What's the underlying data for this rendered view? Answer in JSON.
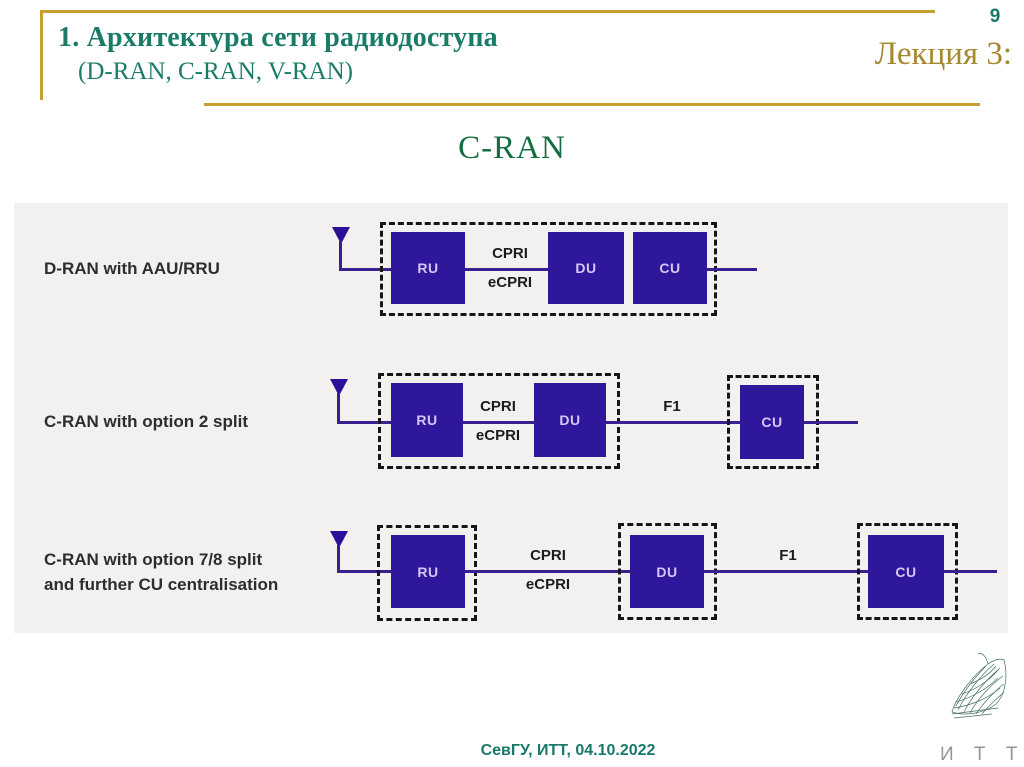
{
  "header": {
    "slide_number": "9",
    "title_line1": "1. Архитектура сети радиодоступа",
    "title_line2": "(D-RAN, C-RAN, V-RAN)",
    "lecture_label": "Лекция 3:"
  },
  "subtitle": "C-RAN",
  "diagram": {
    "rows": [
      {
        "label": "D-RAN with AAU/RRU",
        "fronthaul_top": "CPRI",
        "fronthaul_bottom": "eCPRI",
        "ru": "RU",
        "du": "DU",
        "cu": "CU"
      },
      {
        "label": "C-RAN with option 2 split",
        "fronthaul_top": "CPRI",
        "fronthaul_bottom": "eCPRI",
        "midhaul": "F1",
        "ru": "RU",
        "du": "DU",
        "cu": "CU"
      },
      {
        "label_line1": "C-RAN with option 7/8 split",
        "label_line2": "and further CU centralisation",
        "fronthaul_top": "CPRI",
        "fronthaul_bottom": "eCPRI",
        "midhaul": "F1",
        "ru": "RU",
        "du": "DU",
        "cu": "CU"
      }
    ]
  },
  "footer": {
    "credit": "СевГУ, ИТТ, 04.10.2022",
    "logo_text": "И Т Т"
  },
  "colors": {
    "title_teal": "#1b7b69",
    "gold_line": "#c59f31",
    "gold_text": "#a5892e",
    "subtitle_green": "#156e41",
    "unit_box_purple": "#2f179b",
    "wire_purple": "#3a1f8f",
    "dashed_border": "#161616",
    "panel_gray": "#f2f1ef"
  }
}
